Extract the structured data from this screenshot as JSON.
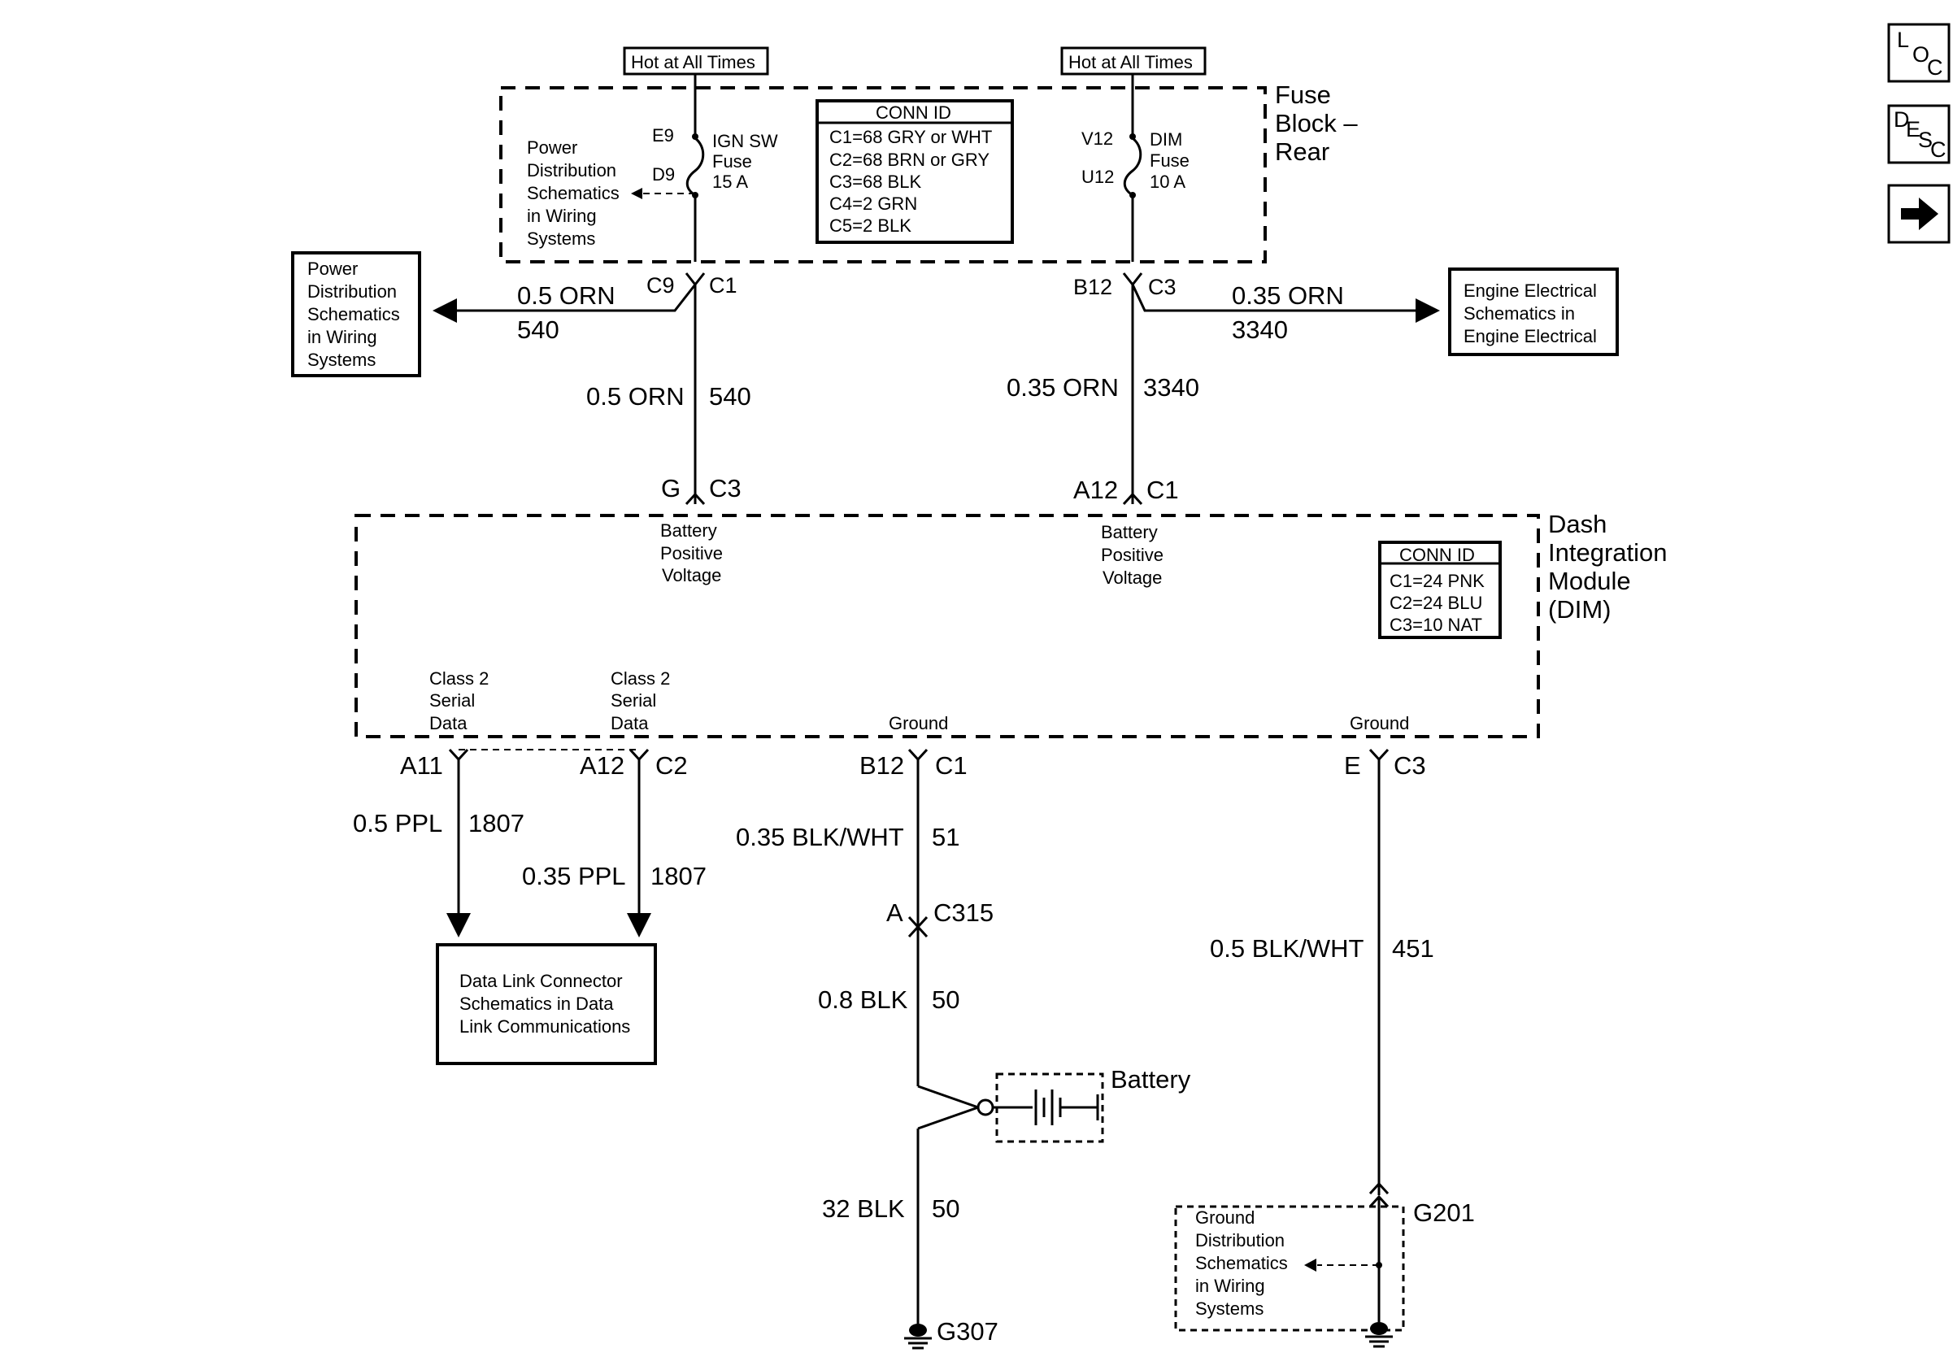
{
  "nav": {
    "loc": {
      "a": "L",
      "b": "O",
      "c": "C"
    },
    "desc": {
      "a": "D",
      "b": "E",
      "c": "S",
      "d": "C"
    },
    "next_icon": "right-arrow-icon"
  },
  "fuse_block": {
    "title": [
      "Fuse",
      "Block –",
      "Rear"
    ],
    "hot_left": "Hot at All Times",
    "hot_right": "Hot at All Times",
    "ign_fuse": {
      "pin_top": "E9",
      "pin_bottom": "D9",
      "label": [
        "IGN SW",
        "Fuse",
        "15 A"
      ]
    },
    "dim_fuse": {
      "pin_top": "V12",
      "pin_bottom": "U12",
      "label": [
        "DIM",
        "Fuse",
        "10 A"
      ]
    },
    "power_ref": [
      "Power",
      "Distribution",
      "Schematics",
      "in Wiring",
      "Systems"
    ],
    "conn_id": {
      "title": "CONN ID",
      "rows": [
        "C1=68 GRY or WHT",
        "C2=68 BRN or GRY",
        "C3=68 BLK",
        "C4=2 GRN",
        "C5=2 BLK"
      ]
    }
  },
  "refs": {
    "power_left": [
      "Power",
      "Distribution",
      "Schematics",
      "in Wiring",
      "Systems"
    ],
    "engine": [
      "Engine Electrical",
      "Schematics in",
      "Engine Electrical"
    ],
    "dlc": [
      "Data Link Connector",
      "Schematics in Data",
      "Link Communications"
    ],
    "ground": [
      "Ground",
      "Distribution",
      "Schematics",
      "in Wiring",
      "Systems"
    ]
  },
  "wires": {
    "c9_pin": "C9",
    "c9_conn": "C1",
    "left_branch_gauge": "0.5 ORN",
    "left_branch_circuit": "540",
    "left_main_gauge": "0.5 ORN",
    "left_main_circuit": "540",
    "b12_pin": "B12",
    "b12_conn": "C3",
    "right_branch_gauge": "0.35 ORN",
    "right_branch_circuit": "3340",
    "right_main_gauge": "0.35 ORN",
    "right_main_circuit": "3340",
    "g_pin": "G",
    "g_conn": "C3",
    "a12_pin": "A12",
    "a12_conn": "C1",
    "a11_pin": "A11",
    "a12b_pin": "A12",
    "a12b_conn": "C2",
    "ppl1_gauge": "0.5 PPL",
    "ppl1_circuit": "1807",
    "ppl2_gauge": "0.35 PPL",
    "ppl2_circuit": "1807",
    "b12b_pin": "B12",
    "b12b_conn": "C1",
    "gnd1_gauge": "0.35 BLK/WHT",
    "gnd1_circuit": "51",
    "c315_pin": "A",
    "c315_conn": "C315",
    "blk_gauge": "0.8 BLK",
    "blk_circuit": "50",
    "blk32_gauge": "32 BLK",
    "blk32_circuit": "50",
    "g307": "G307",
    "e_pin": "E",
    "e_conn": "C3",
    "gnd2_gauge": "0.5 BLK/WHT",
    "gnd2_circuit": "451",
    "g201": "G201",
    "battery": "Battery"
  },
  "dim": {
    "title": [
      "Dash",
      "Integration",
      "Module",
      "(DIM)"
    ],
    "bpv_left": [
      "Battery",
      "Positive",
      "Voltage"
    ],
    "bpv_right": [
      "Battery",
      "Positive",
      "Voltage"
    ],
    "serial1": [
      "Class 2",
      "Serial",
      "Data"
    ],
    "serial2": [
      "Class 2",
      "Serial",
      "Data"
    ],
    "ground1": "Ground",
    "ground2": "Ground",
    "conn_id": {
      "title": "CONN ID",
      "rows": [
        "C1=24 PNK",
        "C2=24 BLU",
        "C3=10 NAT"
      ]
    }
  }
}
